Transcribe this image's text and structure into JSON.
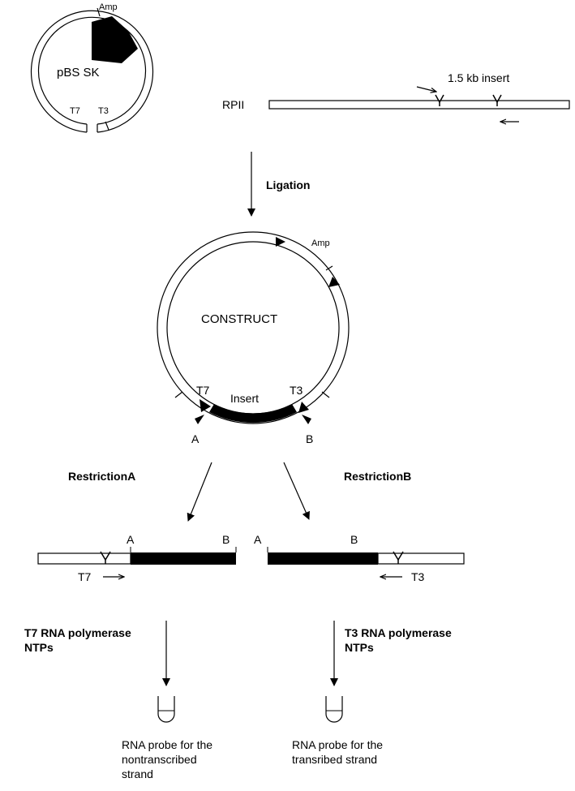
{
  "plasmid": {
    "name": "pBS SK",
    "amp_label": "Amp",
    "t7_label": "T7",
    "t3_label": "T3"
  },
  "rpii": {
    "name": "RPII",
    "insert_label": "1.5 kb insert"
  },
  "step_ligation": "Ligation",
  "construct": {
    "name": "CONSTRUCT",
    "amp_label": "Amp",
    "insert_label": "Insert",
    "t7_label": "T7",
    "t3_label": "T3",
    "site_a": "A",
    "site_b": "B"
  },
  "restriction": {
    "left": "RestrictionA",
    "right": "RestrictionB"
  },
  "linear_left": {
    "site_a": "A",
    "site_b": "B",
    "promoter": "T7"
  },
  "linear_right": {
    "site_a": "A",
    "site_b": "B",
    "promoter": "T3"
  },
  "transcription": {
    "left_line1": "T7 RNA polymerase",
    "left_line2": "NTPs",
    "right_line1": "T3 RNA polymerase",
    "right_line2": "NTPs"
  },
  "products": {
    "left": [
      "RNA probe for the",
      "nontranscribed",
      "strand"
    ],
    "right": [
      "RNA probe for the",
      "transribed strand"
    ]
  }
}
